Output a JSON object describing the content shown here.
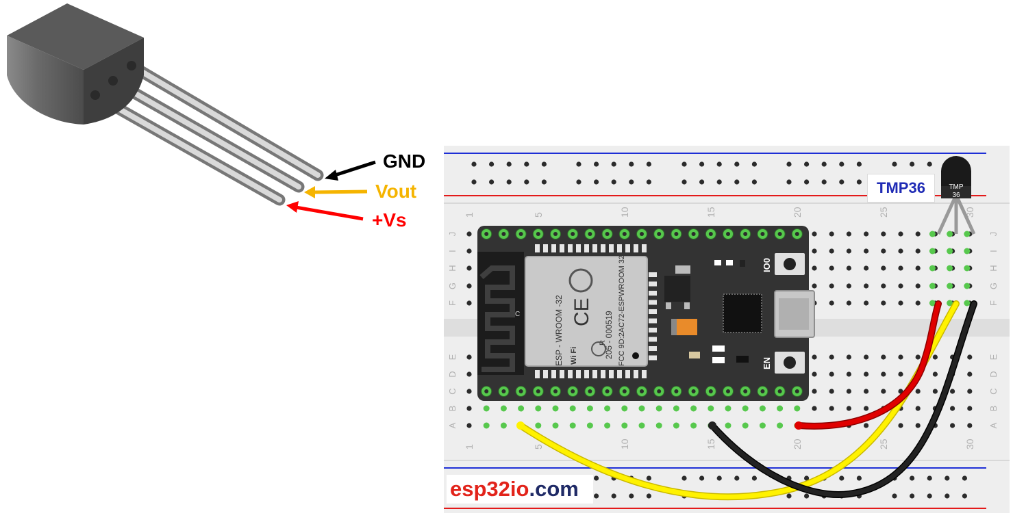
{
  "pinout": {
    "gnd_label": "GND",
    "vout_label": "Vout",
    "vs_label": "+Vs"
  },
  "sensor": {
    "name": "TMP36",
    "body_text_line1": "TMP",
    "body_text_line2": "36"
  },
  "breadboard": {
    "column_numbers": [
      "1",
      "5",
      "10",
      "15",
      "20",
      "25",
      "30"
    ],
    "row_letters_top": [
      "J",
      "I",
      "H",
      "G",
      "F"
    ],
    "row_letters_bottom": [
      "E",
      "D",
      "C",
      "B",
      "A"
    ]
  },
  "esp32": {
    "module_text_1": "ESP - WROOM -32",
    "module_text_2": "205 - 000519",
    "module_text_3": "FCC 9D:2AC72-ESPWROOM 32",
    "ce_mark": "CE",
    "r_mark": "R",
    "wifi_mark": "Wi Fi",
    "button_io0": "IO0",
    "button_en": "EN",
    "antenna_mark": "C"
  },
  "brand": {
    "part1": "esp32",
    "part2": "io",
    "part3": ".com"
  },
  "colors": {
    "gnd": "#000000",
    "vout": "#f5b400",
    "vs": "#ff0000",
    "brand_red": "#e2231a",
    "brand_navy": "#1f2a66",
    "tmp_label": "#1f2bb5",
    "wire_red": "#d40000",
    "wire_yellow": "#ffee00",
    "wire_black": "#111111"
  }
}
